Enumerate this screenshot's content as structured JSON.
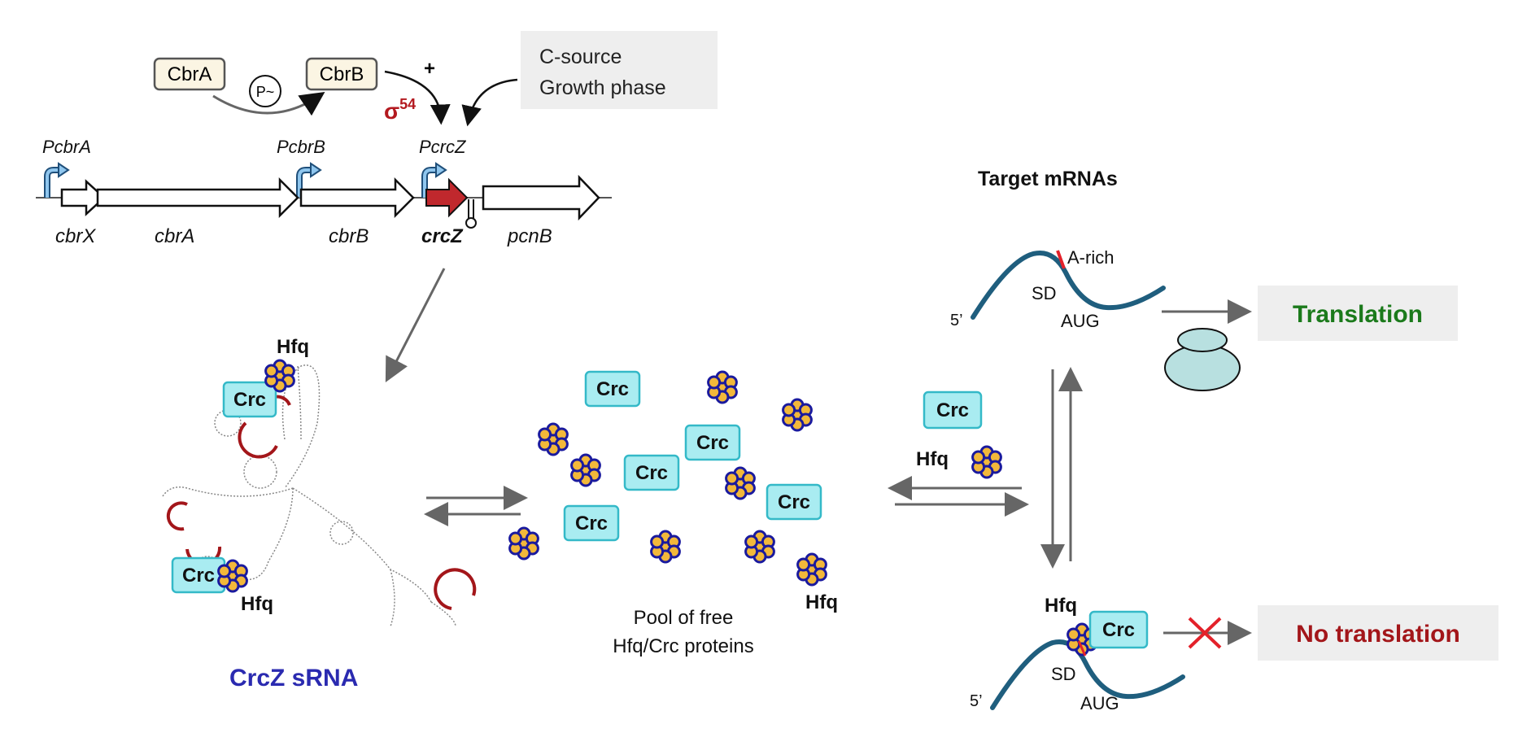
{
  "regulators": {
    "cbra": "CbrA",
    "cbrb": "CbrB",
    "phospho": "P~",
    "plus": "+",
    "sigma_base": "σ",
    "sigma_sup": "54",
    "signal_line1": "C-source",
    "signal_line2": "Growth phase"
  },
  "promoters": {
    "pcbra": "PcbrA",
    "pcbrb": "PcbrB",
    "pcrcz": "PcrcZ"
  },
  "genes": {
    "cbrx": "cbrX",
    "cbra": "cbrA",
    "cbrb": "cbrB",
    "crcz": "crcZ",
    "pcnb": "pcnB"
  },
  "srna": {
    "title": "CrcZ sRNA",
    "crc_label": "Crc",
    "hfq_label": "Hfq"
  },
  "pool": {
    "crc_label": "Crc",
    "hfq_label": "Hfq",
    "caption_line1": "Pool of free",
    "caption_line2": "Hfq/Crc proteins"
  },
  "exchange": {
    "crc_label": "Crc",
    "hfq_label": "Hfq"
  },
  "targets": {
    "title": "Target mRNAs",
    "top": {
      "five_prime": "5’",
      "arich": "A-rich",
      "sd": "SD",
      "aug": "AUG"
    },
    "bottom": {
      "five_prime": "5’",
      "sd": "SD",
      "aug": "AUG",
      "hfq": "Hfq",
      "crc": "Crc"
    }
  },
  "outcomes": {
    "translation": "Translation",
    "no_translation": "No translation"
  },
  "colors": {
    "crc_fill": "#a9ecf1",
    "hfq_ring": "#1a1a9e",
    "hfq_core": "#f2b83a",
    "translation_green": "#1b7a1b",
    "no_translation_red": "#a3161a",
    "srna_title_blue": "#2a2ab0",
    "crcz_gene_red": "#c0282d",
    "sigma_red": "#b3191f"
  },
  "icons": [
    "promoter-arrow-icon",
    "hfq-hexamer-icon",
    "ribosome-icon",
    "blocked-cross-icon",
    "terminator-icon"
  ]
}
